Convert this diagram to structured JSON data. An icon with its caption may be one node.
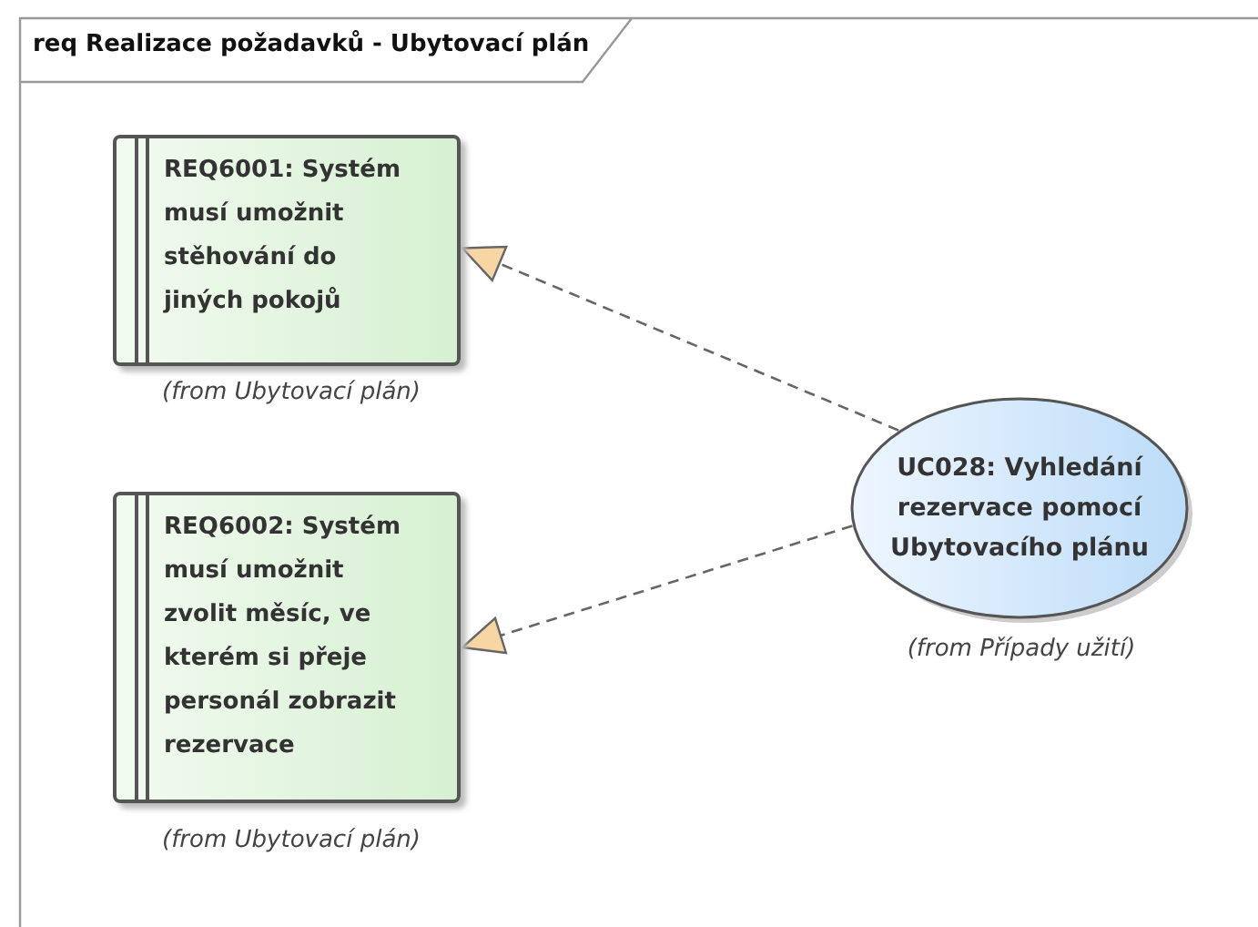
{
  "diagram": {
    "title": "req Realizace požadavků - Ubytovací plán",
    "nodes": [
      {
        "text": [
          "REQ6001: Systém musí umožnit stěhování do jiných pokojů"
        ],
        "beside": [
          "(from Ubytovací plán)"
        ]
      },
      {
        "text": [
          "REQ6002: Systém musí umožnit zvolit měsíc, ve kterém si přeje personál zobrazit rezervace"
        ],
        "beside": [
          "(from Ubytovací plán)"
        ]
      },
      {
        "text": [
          "UC028: Vyhledání rezervace pomocí Ubytovacího plánu"
        ],
        "beside": [
          "(from Případy užití)"
        ]
      }
    ],
    "edges": [
      {
        "from": 2,
        "to": 0,
        "arrow": "to",
        "style": "dashed"
      },
      {
        "from": 2,
        "to": 1,
        "arrow": "to",
        "style": "dashed"
      }
    ]
  }
}
